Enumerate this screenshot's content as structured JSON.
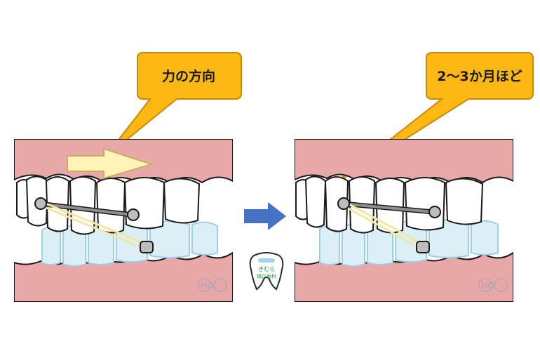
{
  "callouts": {
    "left": "力の方向",
    "right": "2～3か月ほど"
  },
  "logo": {
    "line1": "きむら",
    "line2": "矯正歯科"
  },
  "watermark": "HO",
  "colors": {
    "callout_fill": "#FDB813",
    "callout_stroke": "#C98A0B",
    "gum": "#E8A8A8",
    "gum_dark": "#D48C8C",
    "tooth": "#FFFFFF",
    "lower_tooth_tint": "#DCEFF7",
    "force_arrow": "#FFF3B8",
    "transition_arrow": "#4472C4",
    "elastic": "#F3E7A6",
    "wire": "#8E8E8E"
  },
  "icons": {
    "force": "right-arrow-icon",
    "transition": "right-arrow-icon",
    "logo": "tooth-logo-icon"
  }
}
